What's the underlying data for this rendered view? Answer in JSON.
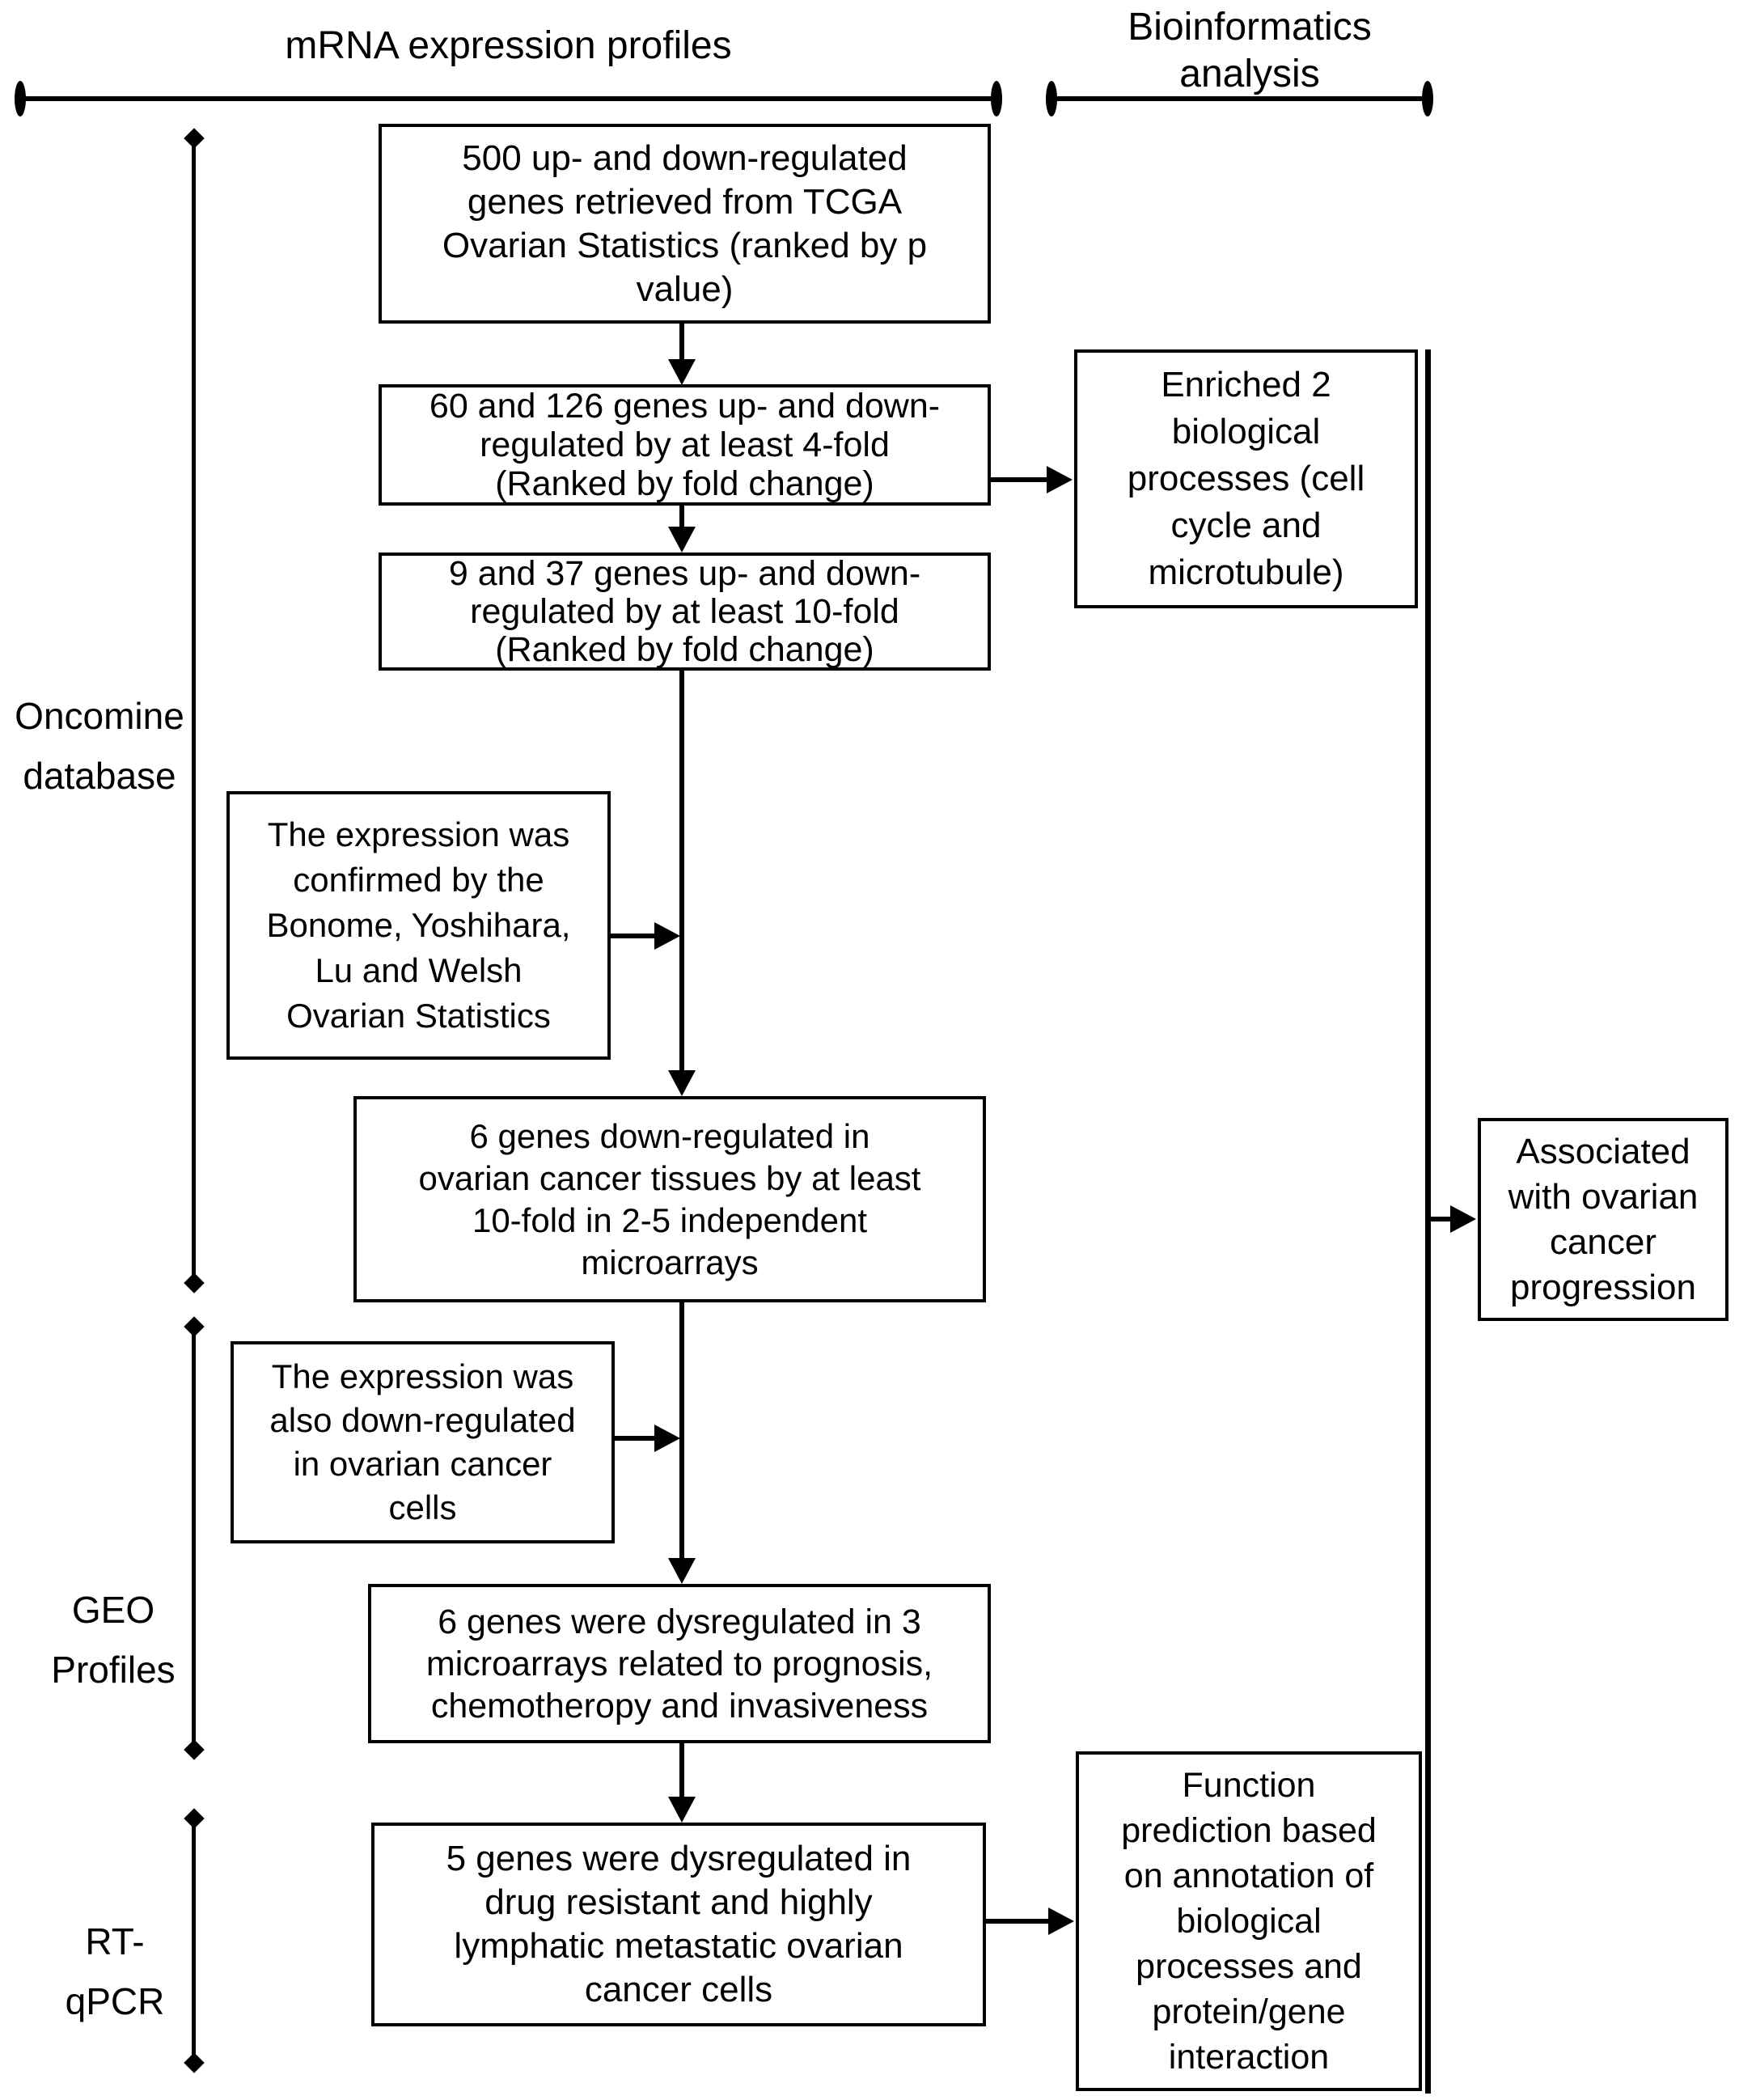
{
  "headers": {
    "mrna": "mRNA expression profiles",
    "bioinformatics": "Bioinformatics\nanalysis"
  },
  "rail_labels": {
    "oncomine": "Oncomine\ndatabase",
    "geo": "GEO\nProfiles",
    "rtqpcr": "RT-\nqPCR"
  },
  "boxes": {
    "tcga": "500 up- and down-regulated\ngenes retrieved from TCGA\nOvarian Statistics (ranked by p\nvalue)",
    "fold4": "60 and 126 genes up- and down-\nregulated by at least 4-fold\n(Ranked by fold change)",
    "fold10": "9 and 37 genes up- and down-\nregulated by at least 10-fold\n(Ranked by fold change)",
    "confirmed": "The expression was\nconfirmed by the\nBonome, Yoshihara,\nLu and Welsh\nOvarian Statistics",
    "six_down": "6 genes down-regulated in\novarian cancer tissues by at least\n10-fold in 2-5 independent\nmicroarrays",
    "also_down": "The expression was\nalso down-regulated\nin ovarian cancer\ncells",
    "six_dys": "6 genes were dysregulated in 3\nmicroarrays related to prognosis,\nchemotheropy and invasiveness",
    "five_dys": "5 genes were dysregulated in\ndrug resistant and highly\nlymphatic metastatic ovarian\ncancer cells",
    "enriched": "Enriched 2\nbiological\nprocesses (cell\ncycle and\nmicrotubule)",
    "associated": "Associated\nwith ovarian\ncancer\nprogression",
    "function": "Function\nprediction based\non annotation of\nbiological\nprocesses and\nprotein/gene\ninteraction"
  },
  "colors": {
    "ink": "#000000",
    "background": "#ffffff"
  }
}
